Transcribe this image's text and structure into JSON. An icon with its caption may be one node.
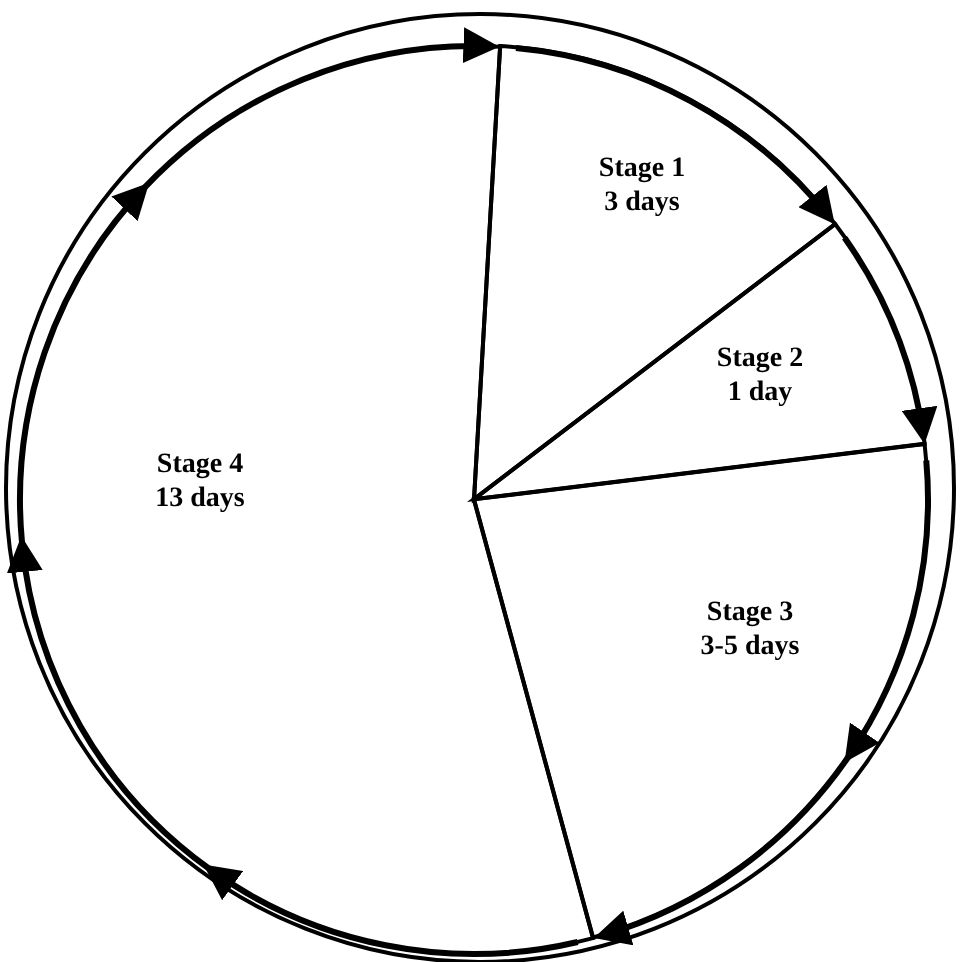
{
  "diagram": {
    "nodes": [
      {
        "text": [
          "Stage 1",
          "3 days"
        ]
      },
      {
        "text": [
          "Stage 2",
          "1 day"
        ]
      },
      {
        "text": [
          "Stage 3",
          "3-5 days"
        ]
      },
      {
        "text": [
          "Stage 4",
          "13 days"
        ]
      }
    ],
    "edges": [
      {
        "from": 0,
        "to": 1,
        "arrow": "to"
      },
      {
        "from": 1,
        "to": 2,
        "arrow": "to"
      },
      {
        "from": 2,
        "to": 3,
        "arrow": "to"
      },
      {
        "from": 3,
        "to": 0,
        "arrow": "to"
      }
    ]
  }
}
